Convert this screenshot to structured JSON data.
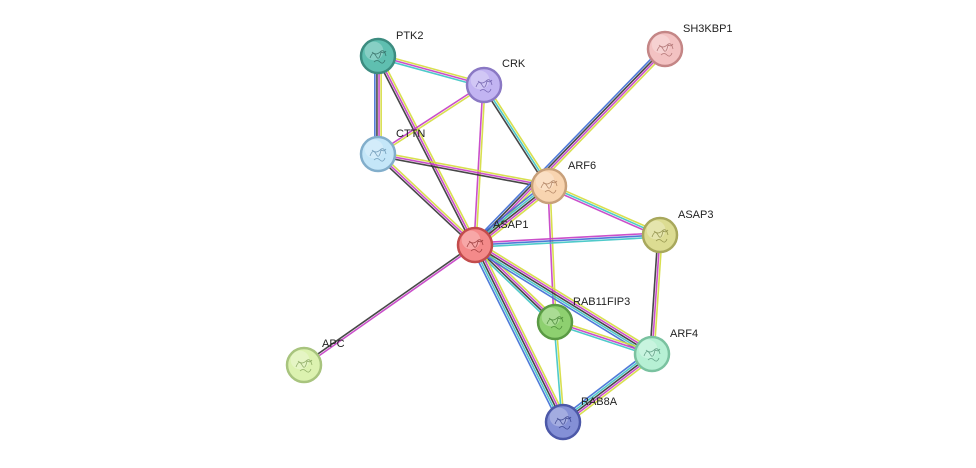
{
  "network": {
    "nodes": [
      {
        "id": "PTK2",
        "label": "PTK2",
        "fill": "#5fbfb0",
        "stroke": "#3c8c80",
        "glyph": "#2a5f58"
      },
      {
        "id": "CRK",
        "label": "CRK",
        "fill": "#c2b4f2",
        "stroke": "#8a78c4",
        "glyph": "#6050a0"
      },
      {
        "id": "SH3KBP1",
        "label": "SH3KBP1",
        "fill": "#f3c2c2",
        "stroke": "#c48686",
        "glyph": "#a06060"
      },
      {
        "id": "CTTN",
        "label": "CTTN",
        "fill": "#c4e6f8",
        "stroke": "#82aecb",
        "glyph": "#5a88a8"
      },
      {
        "id": "ARF6",
        "label": "ARF6",
        "fill": "#f8d4b0",
        "stroke": "#c8a07a",
        "glyph": "#a07050"
      },
      {
        "id": "ASAP3",
        "label": "ASAP3",
        "fill": "#dcdc92",
        "stroke": "#a8a85c",
        "glyph": "#80803a"
      },
      {
        "id": "ASAP1",
        "label": "ASAP1",
        "fill": "#f48a8a",
        "stroke": "#c24c4c",
        "glyph": "#8a2a2a"
      },
      {
        "id": "RAB11FIP3",
        "label": "RAB11FIP3",
        "fill": "#8ed070",
        "stroke": "#5a9a44",
        "glyph": "#3a7a2a"
      },
      {
        "id": "ARF4",
        "label": "ARF4",
        "fill": "#b6f0d4",
        "stroke": "#7ac2a0",
        "glyph": "#4a8a70"
      },
      {
        "id": "APC",
        "label": "APC",
        "fill": "#dcf2b0",
        "stroke": "#a8c47e",
        "glyph": "#7a9a50"
      },
      {
        "id": "RAB8A",
        "label": "RAB8A",
        "fill": "#8490d6",
        "stroke": "#4c58a8",
        "glyph": "#2a3480"
      }
    ],
    "edges": [
      {
        "source": "PTK2",
        "target": "CRK",
        "evidence": [
          "#d4dc3c",
          "#c43cc4",
          "#3cc4c4"
        ]
      },
      {
        "source": "PTK2",
        "target": "CTTN",
        "evidence": [
          "#d4dc3c",
          "#c43cc4",
          "#333333",
          "#3c6cd4"
        ]
      },
      {
        "source": "PTK2",
        "target": "ASAP1",
        "evidence": [
          "#d4dc3c",
          "#c43cc4",
          "#333333"
        ]
      },
      {
        "source": "CRK",
        "target": "CTTN",
        "evidence": [
          "#d4dc3c",
          "#c43cc4"
        ]
      },
      {
        "source": "CRK",
        "target": "ARF6",
        "evidence": [
          "#d4dc3c",
          "#3cc4c4",
          "#333333"
        ]
      },
      {
        "source": "CRK",
        "target": "ASAP1",
        "evidence": [
          "#d4dc3c",
          "#c43cc4"
        ]
      },
      {
        "source": "CTTN",
        "target": "ARF6",
        "evidence": [
          "#d4dc3c",
          "#c43cc4",
          "#333333"
        ]
      },
      {
        "source": "CTTN",
        "target": "ASAP1",
        "evidence": [
          "#d4dc3c",
          "#c43cc4",
          "#333333"
        ]
      },
      {
        "source": "SH3KBP1",
        "target": "ASAP1",
        "evidence": [
          "#d4dc3c",
          "#c43cc4",
          "#333333",
          "#3c6cd4"
        ]
      },
      {
        "source": "ARF6",
        "target": "ASAP1",
        "evidence": [
          "#d4dc3c",
          "#c43cc4",
          "#333333",
          "#3cc4c4",
          "#3c6cd4"
        ]
      },
      {
        "source": "ARF6",
        "target": "ASAP3",
        "evidence": [
          "#d4dc3c",
          "#3cc4c4",
          "#c43cc4"
        ]
      },
      {
        "source": "ARF6",
        "target": "RAB11FIP3",
        "evidence": [
          "#d4dc3c",
          "#c43cc4"
        ]
      },
      {
        "source": "ASAP1",
        "target": "ASAP3",
        "evidence": [
          "#c43cc4",
          "#3c6cd4",
          "#3cc4c4"
        ]
      },
      {
        "source": "ASAP1",
        "target": "RAB11FIP3",
        "evidence": [
          "#d4dc3c",
          "#c43cc4",
          "#333333",
          "#3cc4c4"
        ]
      },
      {
        "source": "ASAP1",
        "target": "ARF4",
        "evidence": [
          "#d4dc3c",
          "#c43cc4",
          "#333333",
          "#3cc4c4",
          "#3c6cd4"
        ]
      },
      {
        "source": "ASAP1",
        "target": "APC",
        "evidence": [
          "#c43cc4",
          "#333333"
        ]
      },
      {
        "source": "ASAP1",
        "target": "RAB8A",
        "evidence": [
          "#d4dc3c",
          "#c43cc4",
          "#333333",
          "#3cc4c4",
          "#3c6cd4"
        ]
      },
      {
        "source": "ASAP3",
        "target": "ARF4",
        "evidence": [
          "#d4dc3c",
          "#c43cc4",
          "#333333"
        ]
      },
      {
        "source": "RAB11FIP3",
        "target": "ARF4",
        "evidence": [
          "#d4dc3c",
          "#c43cc4",
          "#3cc4c4"
        ]
      },
      {
        "source": "RAB11FIP3",
        "target": "RAB8A",
        "evidence": [
          "#d4dc3c",
          "#3cc4c4"
        ]
      },
      {
        "source": "ARF4",
        "target": "RAB8A",
        "evidence": [
          "#d4dc3c",
          "#c43cc4",
          "#333333",
          "#3cc4c4",
          "#3c6cd4"
        ]
      }
    ]
  }
}
